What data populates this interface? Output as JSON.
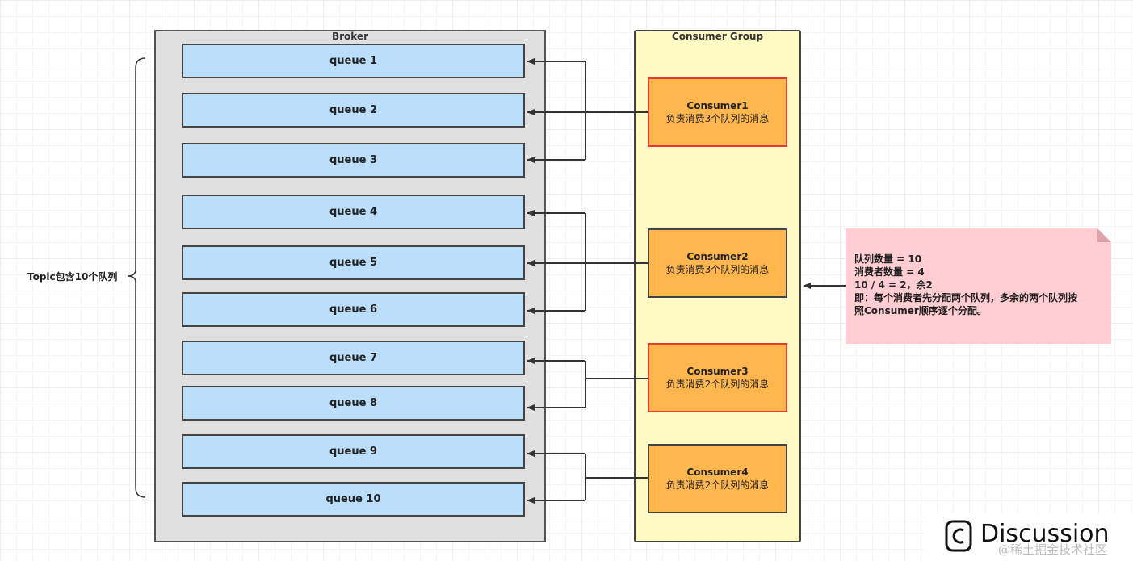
{
  "broker": {
    "title": "Broker",
    "queues": [
      "queue 1",
      "queue 2",
      "queue 3",
      "queue 4",
      "queue 5",
      "queue 6",
      "queue 7",
      "queue 8",
      "queue 9",
      "queue 10"
    ]
  },
  "topic_label": "Topic包含10个队列",
  "consumer_group": {
    "title": "Consumer Group",
    "consumers": [
      {
        "name": "Consumer1",
        "desc": "负责消费3个队列的消息"
      },
      {
        "name": "Consumer2",
        "desc": "负责消费3个队列的消息"
      },
      {
        "name": "Consumer3",
        "desc": "负责消费2个队列的消息"
      },
      {
        "name": "Consumer4",
        "desc": "负责消费2个队列的消息"
      }
    ]
  },
  "note": {
    "lines": [
      "队列数量 = 10",
      "消费者数量 = 4",
      "10 / 4 = 2，余2",
      "即：每个消费者先分配两个队列，多余的两个队列按",
      "照Consumer顺序逐个分配。"
    ]
  },
  "watermark": {
    "brand_text": "Discussion",
    "credit_text": "@稀土掘金技术社区",
    "icon": "copyright-c-icon"
  },
  "colors": {
    "broker_fill": "#e0e0e0",
    "queue_fill": "#bbdefb",
    "group_fill": "#fff9c4",
    "consumer_fill": "#ffb74d",
    "consumer_red_border": "#e53935",
    "note_fill": "#ffcdd2"
  }
}
